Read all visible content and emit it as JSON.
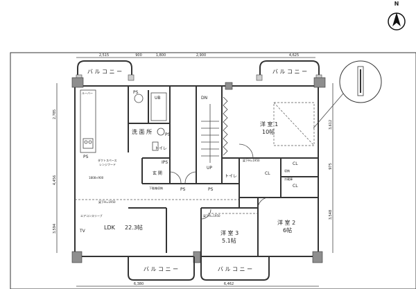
{
  "compass": {
    "label": "N"
  },
  "rooms": {
    "balcony_top_left": "バ ル コ ニ ー",
    "balcony_top_right": "バ ル コ ニ ー",
    "balcony_bottom_left": "バ ル コ ニ ー",
    "balcony_bottom_right": "バ ル コ ニ ー",
    "ub": "UB",
    "washroom": "洗 面 所",
    "toilet_1": "トイレ",
    "toilet_2": "トイレ",
    "genkan": "玄 関",
    "ldk_name": "LDK",
    "ldk_size": "22.3帖",
    "western_1_name": "洋 室 1",
    "western_1_size": "10帖",
    "western_2_name": "洋 室 2",
    "western_2_size": "6帖",
    "western_3_name": "洋 室 3",
    "western_3_size": "5.1帖"
  },
  "marks": {
    "ps": "PS",
    "ips": "IPS",
    "dn": "DN",
    "up": "UP",
    "cl": "CL",
    "tv": "TV"
  },
  "notes": {
    "ceiling_1": "梁下H=1950",
    "ceiling_2": "梁下H=1950",
    "ceiling_3": "梁下H=1950",
    "aircon": "エアコンスリーブ",
    "shoe": "下駄箱収納",
    "kitchen_1": "ダクトスペース",
    "range_hood": "レンジフード",
    "kitchen_dim": "1808×900",
    "lc": "ルーバー",
    "storage": "収納",
    "fridge": "冷蔵庫"
  },
  "dimensions": {
    "top": [
      "2,515",
      "900",
      "1,800",
      "2,900",
      "4,625"
    ],
    "left": [
      "2,785",
      "4,456",
      "3,594"
    ],
    "right": [
      "3,612",
      "975",
      "3,548"
    ],
    "bottom": [
      "6,380",
      "6,462"
    ]
  }
}
